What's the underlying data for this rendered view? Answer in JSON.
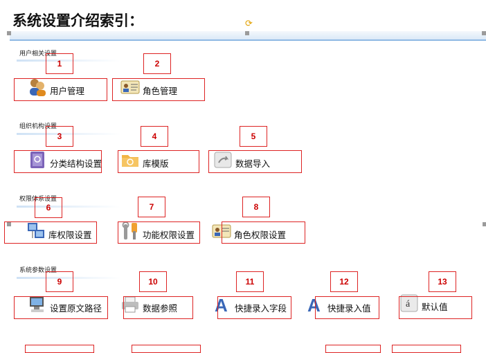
{
  "page_title": "系统设置介绍索引：",
  "sections": [
    {
      "label": "用户相关设置"
    },
    {
      "label": "组织机构设置"
    },
    {
      "label": "权限体系设置"
    },
    {
      "label": "系统参数设置"
    }
  ],
  "items": [
    {
      "num": "1",
      "label": "用户管理",
      "icon": "users-icon"
    },
    {
      "num": "2",
      "label": "角色管理",
      "icon": "id-card-icon"
    },
    {
      "num": "3",
      "label": "分类结构设置",
      "icon": "book-icon"
    },
    {
      "num": "4",
      "label": "库模版",
      "icon": "folder-icon"
    },
    {
      "num": "5",
      "label": "数据导入",
      "icon": "import-icon"
    },
    {
      "num": "6",
      "label": "库权限设置",
      "icon": "network-icon"
    },
    {
      "num": "7",
      "label": "功能权限设置",
      "icon": "tools-icon"
    },
    {
      "num": "8",
      "label": "角色权限设置",
      "icon": "id-card-icon"
    },
    {
      "num": "9",
      "label": "设置原文路径",
      "icon": "computer-icon"
    },
    {
      "num": "10",
      "label": "数据参照",
      "icon": "printer-icon"
    },
    {
      "num": "11",
      "label": "快捷录入字段",
      "icon": "letter-a-icon"
    },
    {
      "num": "12",
      "label": "快捷录入值",
      "icon": "letter-a-icon"
    },
    {
      "num": "13",
      "label": "默认值",
      "icon": "default-value-icon"
    }
  ]
}
